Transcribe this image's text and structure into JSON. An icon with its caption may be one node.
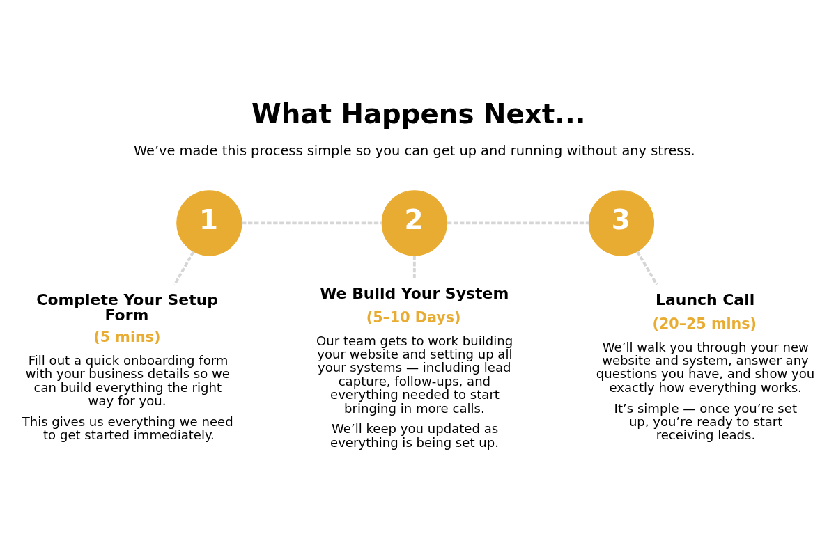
{
  "diagram": {
    "title": "What Happens Next...",
    "nodes": [
      {
        "text": [
          "1"
        ]
      },
      {
        "text": [
          "Complete Your Setup Form",
          "(5 mins)",
          "Fill out a quick onboarding form with your business details so we can build everything the right way for you.",
          "This gives us everything we need to get started immediately."
        ]
      },
      {
        "text": [
          "2"
        ]
      },
      {
        "text": [
          "We Build Your System",
          "(5–10 Days)",
          "Our team gets to work building your website and setting up all your systems — including lead capture, follow-ups, and everything needed to start bringing in more calls.",
          "We’ll keep you updated as everything is being set up."
        ]
      },
      {
        "text": [
          "3"
        ]
      },
      {
        "text": [
          "Launch Call",
          "(20–25 mins)",
          "We’ll walk you through your new website and system, answer any questions you have, and show you exactly how everything works.",
          "It’s simple — once you’re set up, you’re ready to start receiving leads."
        ]
      }
    ],
    "edges": [
      {
        "from": 0,
        "to": 2,
        "arrow": "none",
        "style": "dashed"
      },
      {
        "from": 2,
        "to": 4,
        "arrow": "none",
        "style": "dashed"
      },
      {
        "from": 0,
        "to": 1,
        "arrow": "none",
        "style": "dashed"
      },
      {
        "from": 2,
        "to": 3,
        "arrow": "none",
        "style": "dashed"
      },
      {
        "from": 4,
        "to": 5,
        "arrow": "none",
        "style": "dashed"
      }
    ],
    "labels": [
      "We’ve made this process simple so you can get up and running without any stress."
    ]
  }
}
